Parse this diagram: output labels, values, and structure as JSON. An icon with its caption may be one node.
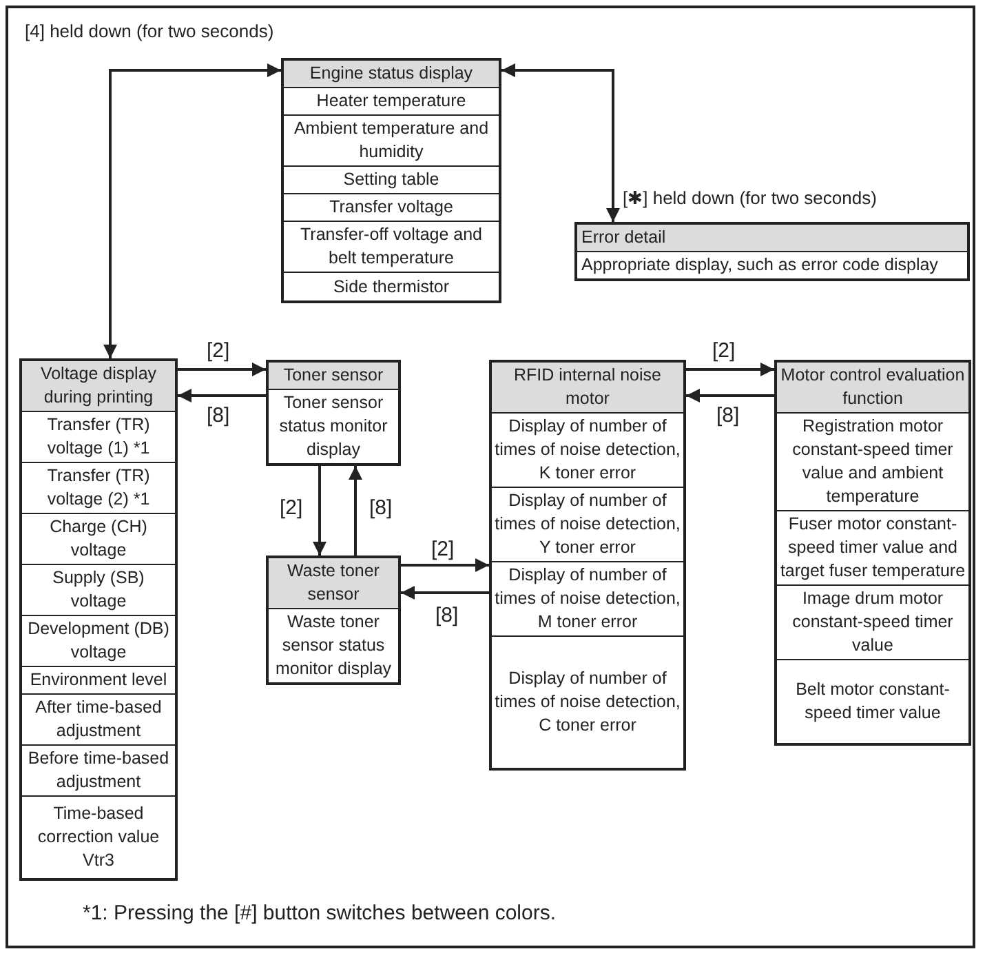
{
  "diagram": {
    "caption": "*1: Pressing the [#] button switches between colors.",
    "nodes": [
      {
        "text": [
          "Engine status display",
          "Heater temperature",
          "Ambient temperature and humidity",
          "Setting table",
          "Transfer voltage",
          "Transfer-off voltage and belt temperature",
          "Side thermistor"
        ]
      },
      {
        "text": [
          "Error detail",
          "Appropriate display, such as error code display"
        ]
      },
      {
        "text": [
          "Voltage display during printing",
          "Transfer (TR) voltage (1) *1",
          "Transfer (TR) voltage (2) *1",
          "Charge (CH) voltage",
          "Supply (SB) voltage",
          "Development (DB) voltage",
          "Environment level",
          "After time-based adjustment",
          "Before time-based adjustment",
          "Time-based correction value Vtr3"
        ]
      },
      {
        "text": [
          "Toner sensor",
          "Toner sensor status monitor display"
        ]
      },
      {
        "text": [
          "Waste toner sensor",
          "Waste toner sensor status monitor display"
        ]
      },
      {
        "text": [
          "RFID internal noise motor",
          "Display of number of times of noise detection, K toner error",
          "Display of number of times of noise detection, Y toner error",
          "Display of number of times of noise detection, M toner error",
          "Display of number of times of noise detection, C toner error"
        ]
      },
      {
        "text": [
          "Motor control evaluation function",
          "Registration motor constant-speed timer value and ambient temperature",
          "Fuser motor constant-speed timer value and target fuser temperature",
          "Image drum motor constant-speed timer value",
          "Belt motor constant-speed timer value"
        ]
      }
    ],
    "edges": [
      {
        "from": 0,
        "to": 2,
        "arrow": "both",
        "label": "[4] held down (for two seconds)"
      },
      {
        "from": 0,
        "to": 1,
        "arrow": "both",
        "label": "[✱] held down (for two seconds)"
      },
      {
        "from": 2,
        "to": 3,
        "arrow": "to",
        "label": "[2]"
      },
      {
        "from": 3,
        "to": 2,
        "arrow": "to",
        "label": "[8]"
      },
      {
        "from": 3,
        "to": 4,
        "arrow": "to",
        "label": "[2]"
      },
      {
        "from": 4,
        "to": 3,
        "arrow": "to",
        "label": "[8]"
      },
      {
        "from": 4,
        "to": 5,
        "arrow": "to",
        "label": "[2]"
      },
      {
        "from": 5,
        "to": 4,
        "arrow": "to",
        "label": "[8]"
      },
      {
        "from": 5,
        "to": 6,
        "arrow": "to",
        "label": "[2]"
      },
      {
        "from": 6,
        "to": 5,
        "arrow": "to",
        "label": "[8]"
      }
    ]
  }
}
